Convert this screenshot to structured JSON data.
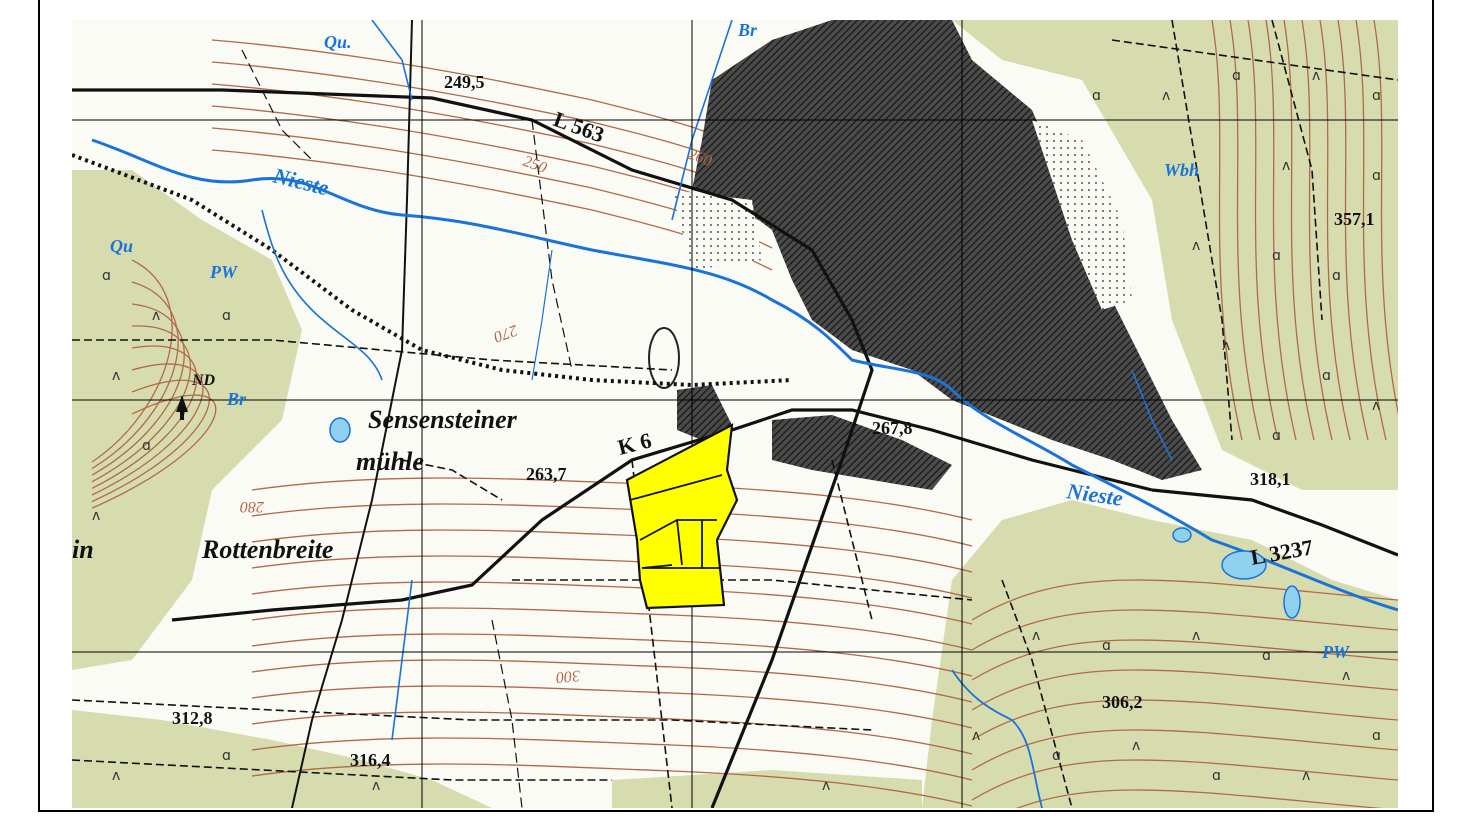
{
  "map": {
    "colors": {
      "forest": "#d7dcae",
      "forest_light": "#e6e8c8",
      "open_land": "#fbfbf6",
      "contour": "#b06a4a",
      "water": "#1a73d8",
      "water_fill": "#8fd0f0",
      "settlement": "#2e2e2e",
      "highlight": "#ffff00",
      "grid": "#000000"
    },
    "labels": {
      "sensensteiner": "Sensensteiner",
      "muehle": "mühle",
      "rottenbreite": "Rottenbreite",
      "rottenbreite_prefix": "in",
      "k6": "K 6",
      "l563": "L 563",
      "l3237": "L 3237",
      "nieste_west": "Nieste",
      "nieste_east": "Nieste",
      "qu_north": "Qu.",
      "qu_west": "Qu",
      "pw_west": "PW",
      "pw_east": "PW",
      "br_north": "Br",
      "br_west": "Br",
      "wbh": "Wbh",
      "nd": "ND"
    },
    "elevations": {
      "e249": "249,5",
      "e357": "357,1",
      "e263": "263,7",
      "e267": "267,8",
      "e318": "318,1",
      "e312": "312,8",
      "e316": "316,4",
      "e306": "306,2"
    },
    "contour_labels": {
      "c250": "250",
      "c260": "260",
      "c270": "270",
      "c280": "280",
      "c300": "300"
    },
    "icons": {
      "tree": "tree-icon",
      "deciduous": "deciduous-forest-symbol",
      "coniferous": "coniferous-forest-symbol"
    }
  }
}
